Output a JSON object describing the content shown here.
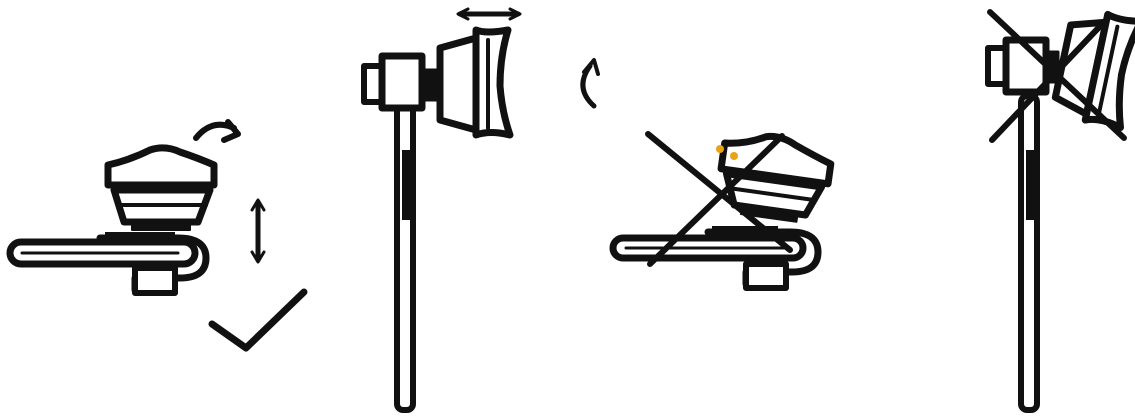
{
  "colors": {
    "ink": "#111111",
    "background": "#ffffff",
    "accent": "#e8a317"
  },
  "panels": [
    {
      "id": "panel-1",
      "icons": [
        "lens-icon",
        "phone-edge-icon",
        "clip-icon",
        "curved-arrow-icon",
        "up-down-arrow-icon",
        "check-mark-icon"
      ]
    },
    {
      "id": "panel-2",
      "icons": [
        "phone-side-icon",
        "camera-bump-icon",
        "lens-side-icon",
        "left-right-arrow-icon"
      ]
    },
    {
      "id": "panel-3",
      "icons": [
        "curved-arrow-icon",
        "lens-icon",
        "phone-edge-icon",
        "clip-icon",
        "cross-mark-icon"
      ]
    },
    {
      "id": "panel-4",
      "icons": [
        "phone-side-icon",
        "camera-bump-icon",
        "lens-side-icon",
        "cross-mark-icon"
      ]
    }
  ]
}
